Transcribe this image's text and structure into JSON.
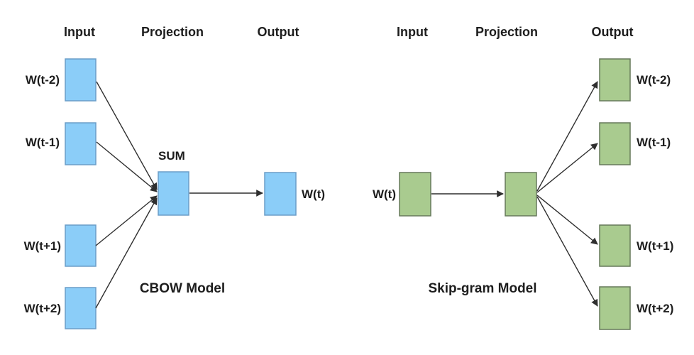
{
  "page": {
    "background": "#ffffff"
  },
  "colors": {
    "cbow_box_fill": "#8bcdf8",
    "cbow_box_stroke": "#6b9dc8",
    "skipgram_box_fill": "#a9cb8f",
    "skipgram_box_stroke": "#66795a",
    "arrow": "#2f2f2f",
    "text": "#1d1d1d"
  },
  "cbow": {
    "columns": [
      "Input",
      "Projection",
      "Output"
    ],
    "context_words": [
      "W(t-2)",
      "W(t-1)",
      "W(t+1)",
      "W(t+2)"
    ],
    "projection_label": "SUM",
    "center_word": "W(t)",
    "title": "CBOW Model"
  },
  "skipgram": {
    "columns": [
      "Input",
      "Projection",
      "Output"
    ],
    "center_word": "W(t)",
    "context_words": [
      "W(t-2)",
      "W(t-1)",
      "W(t+1)",
      "W(t+2)"
    ],
    "title": "Skip-gram Model"
  }
}
